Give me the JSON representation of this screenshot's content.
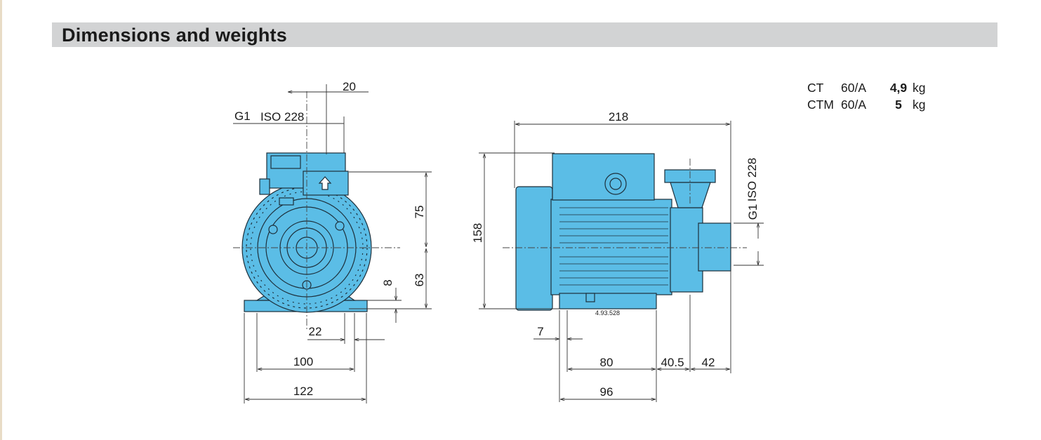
{
  "header": {
    "title": "Dimensions and weights"
  },
  "weights": [
    {
      "model": "CT",
      "code": "60/A",
      "value": "4,9",
      "unit": "kg"
    },
    {
      "model": "CTM",
      "code": "60/A",
      "value": "5",
      "unit": "kg"
    }
  ],
  "front_view": {
    "thread": "G1",
    "thread_std": "ISO 228",
    "dims": {
      "d20": "20",
      "d75": "75",
      "d63": "63",
      "d8": "8",
      "d22": "22",
      "d100": "100",
      "d122": "122"
    }
  },
  "side_view": {
    "thread": "G1",
    "thread_std": "ISO 228",
    "plate_code": "4.93.528",
    "dims": {
      "d218": "218",
      "d158": "158",
      "d7": "7",
      "d80": "80",
      "d40_5": "40.5",
      "d42": "42",
      "d96": "96"
    }
  },
  "colors": {
    "pump_body": "#5bbde6",
    "pump_stroke": "#1d2f3b",
    "header_bg": "#d2d3d4"
  }
}
